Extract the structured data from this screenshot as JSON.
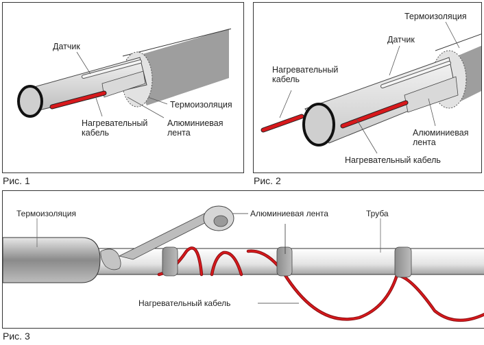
{
  "figures": [
    {
      "caption": "Рис. 1",
      "labels": {
        "sensor": "Датчик",
        "insulation": "Термоизоляция",
        "cable_line1": "Нагревательный",
        "cable_line2": "кабель",
        "tape_line1": "Алюминиевая",
        "tape_line2": "лента"
      }
    },
    {
      "caption": "Рис. 2",
      "labels": {
        "insulation": "Термоизоляция",
        "sensor": "Датчик",
        "cable_left_line1": "Нагревательный",
        "cable_left_line2": "кабель",
        "tape_line1": "Алюминиевая",
        "tape_line2": "лента",
        "cable_bottom": "Нагревательный кабель"
      }
    },
    {
      "caption": "Рис. 3",
      "labels": {
        "insulation": "Термоизоляция",
        "tape": "Алюминиевая лента",
        "pipe": "Труба",
        "cable": "Нагревательный кабель"
      }
    }
  ],
  "colors": {
    "cable_red": "#d7191c",
    "pipe_gray": "#a9a9a9",
    "pipe_light": "#e6e6e6",
    "outline": "#222222"
  }
}
